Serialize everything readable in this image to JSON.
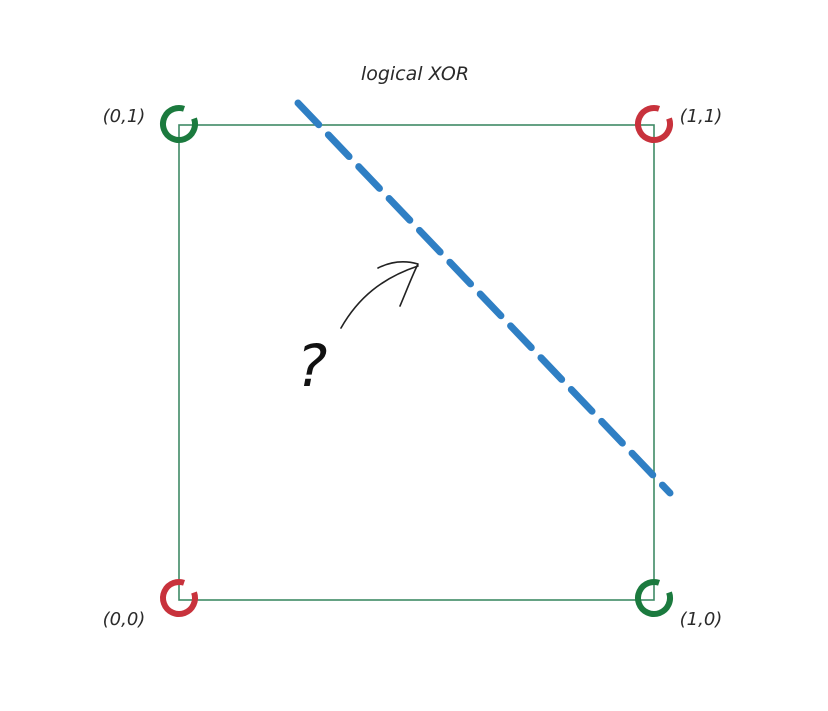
{
  "title": "logical XOR",
  "annotation": "?",
  "points": [
    {
      "label": "(0,1)",
      "x": 0,
      "y": 1,
      "color": "#1b7a3e"
    },
    {
      "label": "(1,1)",
      "x": 1,
      "y": 1,
      "color": "#c8323c"
    },
    {
      "label": "(0,0)",
      "x": 0,
      "y": 0,
      "color": "#c8323c"
    },
    {
      "label": "(1,0)",
      "x": 1,
      "y": 0,
      "color": "#1b7a3e"
    }
  ],
  "colors": {
    "square_stroke": "#3f8a66",
    "boundary_line": "#2f7fc4",
    "class_true": "#1b7a3e",
    "class_false": "#c8323c"
  }
}
